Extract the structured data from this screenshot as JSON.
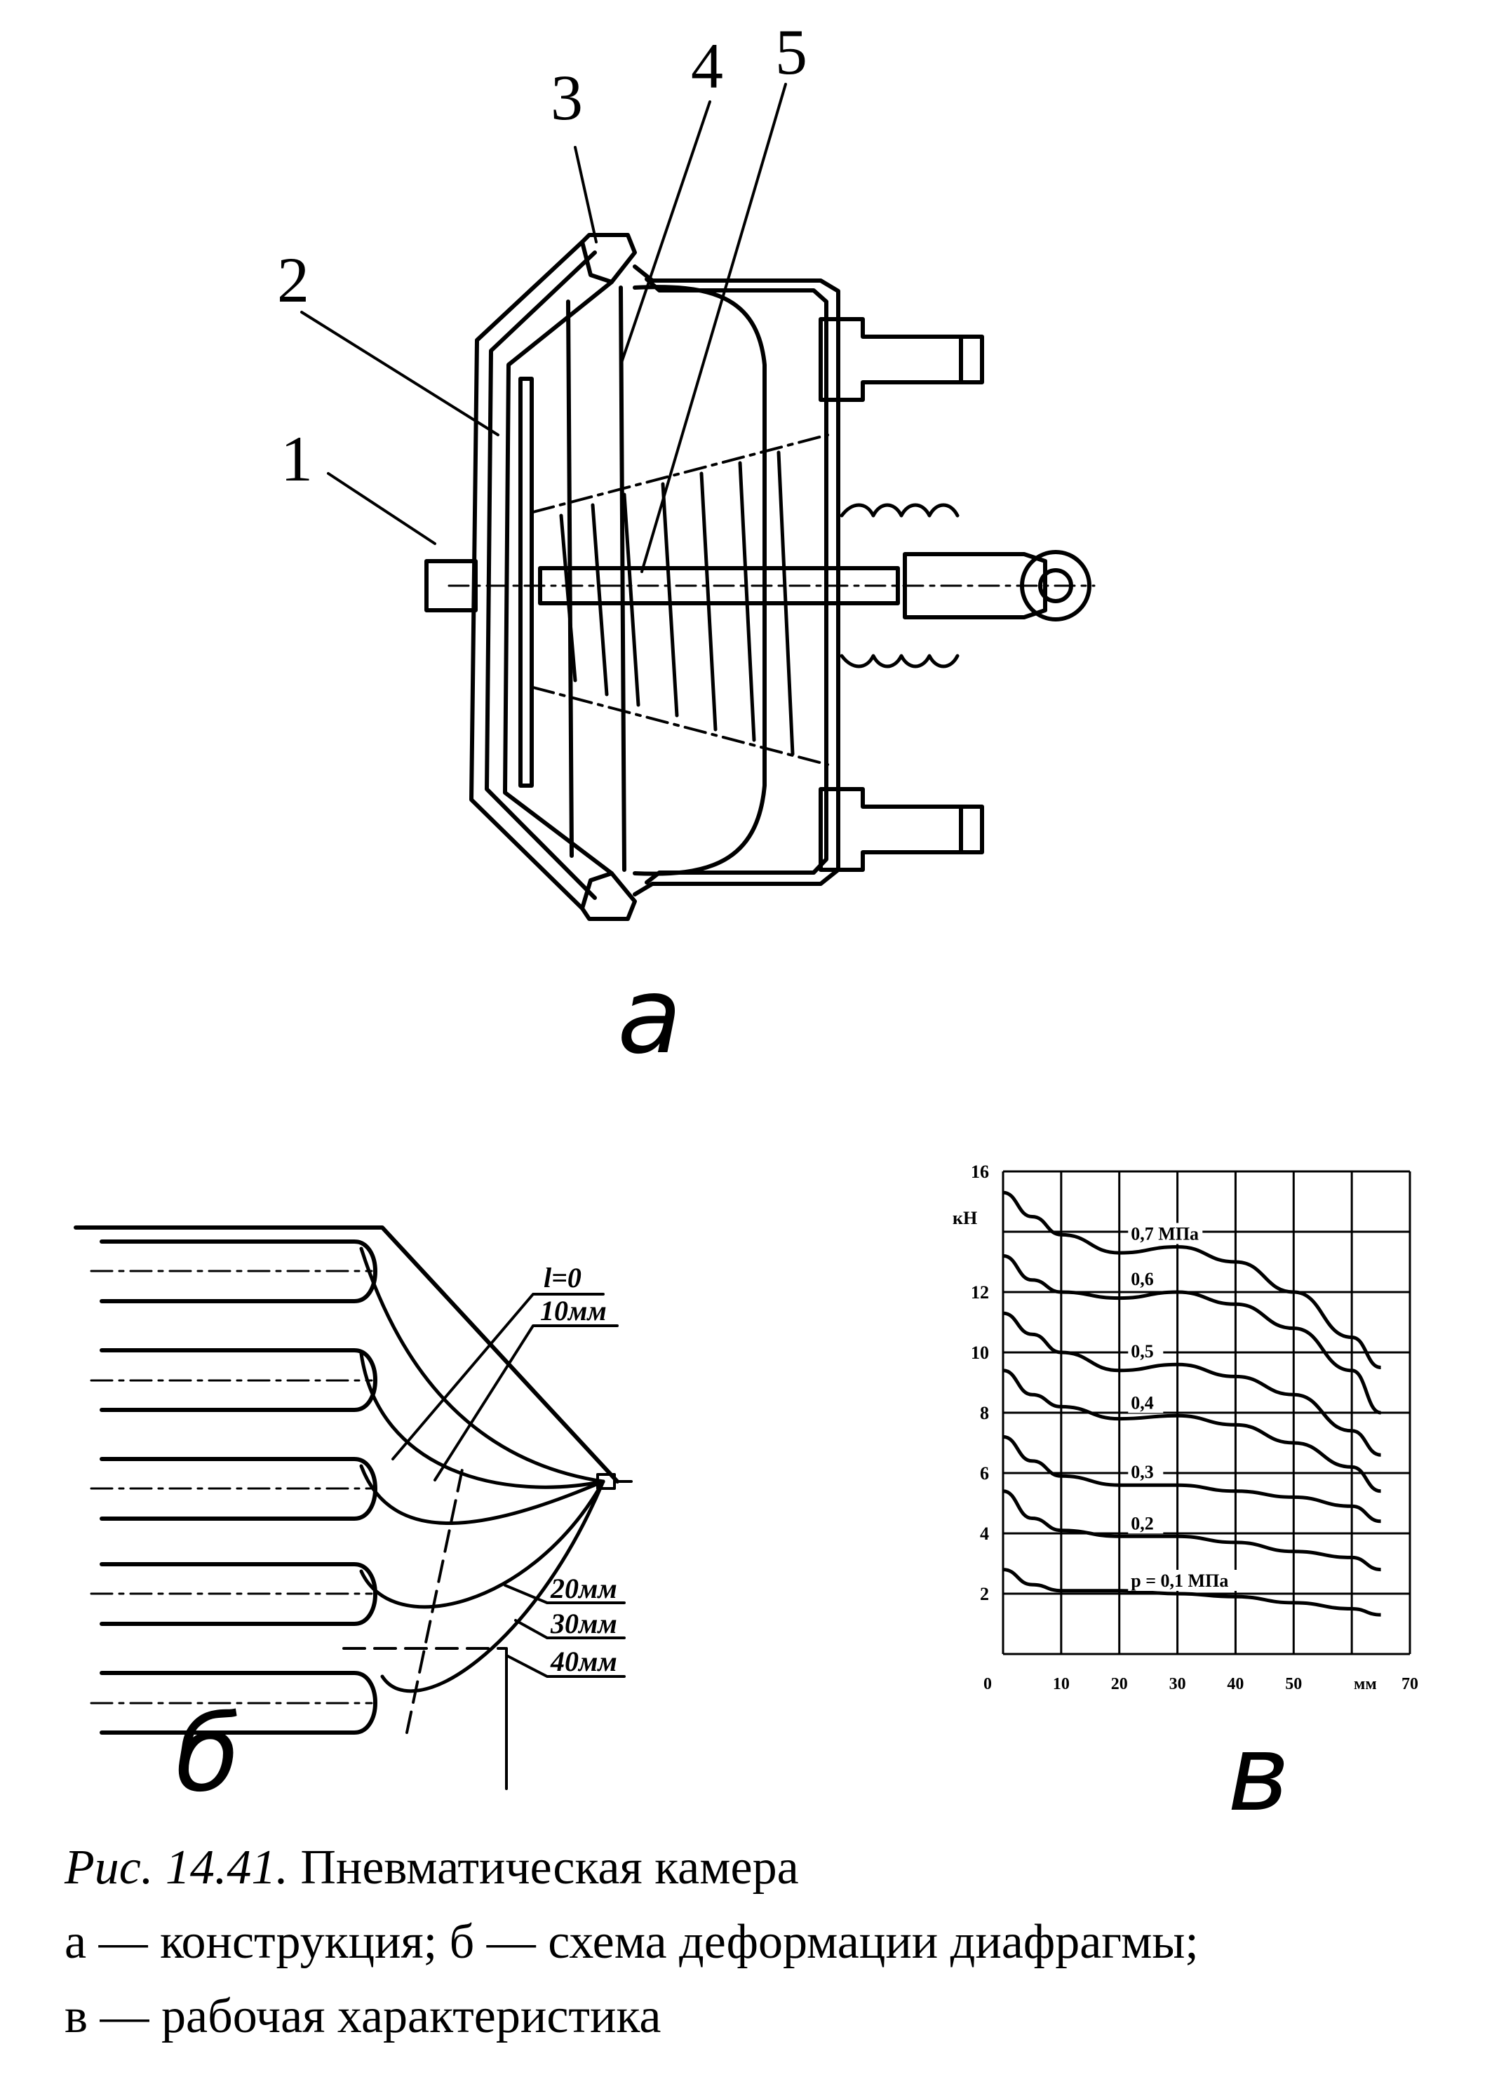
{
  "figure_a": {
    "callouts": [
      "1",
      "2",
      "3",
      "4",
      "5"
    ],
    "panel_letter": "а"
  },
  "figure_b": {
    "labels": [
      "l=0",
      "10мм",
      "20мм",
      "30мм",
      "40мм"
    ],
    "panel_letter": "б"
  },
  "figure_c": {
    "panel_letter": "в",
    "y_unit": "кН",
    "x_unit": "мм",
    "y_ticks": [
      "16",
      "12",
      "10",
      "8",
      "6",
      "4",
      "2"
    ],
    "x_ticks": [
      "0",
      "10",
      "20",
      "30",
      "40",
      "50",
      "70"
    ],
    "curve_labels": [
      "0,7 МПа",
      "0,6",
      "0,5",
      "0,4",
      "0,3",
      "0,2",
      "р = 0,1 МПа"
    ]
  },
  "chart_data": {
    "type": "line",
    "title": "",
    "xlabel": "мм",
    "ylabel": "кН",
    "xlim": [
      0,
      70
    ],
    "ylim": [
      0,
      16
    ],
    "grid": true,
    "series": [
      {
        "name": "0,7 МПа",
        "x": [
          0,
          5,
          10,
          20,
          30,
          40,
          50,
          60,
          65
        ],
        "y": [
          15.3,
          14.5,
          13.9,
          13.3,
          13.5,
          13.0,
          12.0,
          10.5,
          9.5
        ]
      },
      {
        "name": "0,6",
        "x": [
          0,
          5,
          10,
          20,
          30,
          40,
          50,
          60,
          65
        ],
        "y": [
          13.2,
          12.4,
          12.0,
          11.8,
          12.0,
          11.6,
          10.8,
          9.4,
          8.0
        ]
      },
      {
        "name": "0,5",
        "x": [
          0,
          5,
          10,
          20,
          30,
          40,
          50,
          60,
          65
        ],
        "y": [
          11.3,
          10.6,
          10.0,
          9.4,
          9.6,
          9.2,
          8.6,
          7.4,
          6.6
        ]
      },
      {
        "name": "0,4",
        "x": [
          0,
          5,
          10,
          20,
          30,
          40,
          50,
          60,
          65
        ],
        "y": [
          9.4,
          8.6,
          8.2,
          7.8,
          7.9,
          7.6,
          7.0,
          6.2,
          5.4
        ]
      },
      {
        "name": "0,3",
        "x": [
          0,
          5,
          10,
          20,
          30,
          40,
          50,
          60,
          65
        ],
        "y": [
          7.2,
          6.4,
          5.9,
          5.6,
          5.6,
          5.4,
          5.2,
          4.9,
          4.4
        ]
      },
      {
        "name": "0,2",
        "x": [
          0,
          5,
          10,
          20,
          30,
          40,
          50,
          60,
          65
        ],
        "y": [
          5.4,
          4.5,
          4.1,
          3.9,
          3.9,
          3.7,
          3.4,
          3.2,
          2.8
        ]
      },
      {
        "name": "р = 0,1 МПа",
        "x": [
          0,
          5,
          10,
          20,
          30,
          40,
          50,
          60,
          65
        ],
        "y": [
          2.8,
          2.3,
          2.1,
          2.1,
          2.0,
          1.9,
          1.7,
          1.5,
          1.3
        ]
      }
    ]
  },
  "caption": {
    "fig_number": "Рис. 14.41.",
    "title": " Пневматическая камера",
    "line2": "а — конструкция; б — схема деформации диафрагмы;",
    "line3": "в — рабочая характеристика"
  }
}
